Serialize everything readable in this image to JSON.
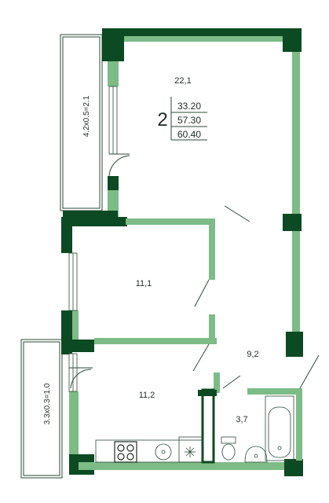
{
  "plan": {
    "rooms": {
      "living": "22,1",
      "bedroom": "11,1",
      "kitchen": "11,2",
      "hall": "9,2",
      "bath": "3,7"
    },
    "balconies": {
      "top": "4.2x0.5=2.1",
      "bottom": "3.3x0.3=1.0"
    },
    "summary": {
      "rooms_count": "2",
      "living_area": "33.20",
      "total_area": "57.30",
      "total_with_balcony": "60.40"
    },
    "colors": {
      "wall_dark": "#0b4a22",
      "wall_light": "#7dbb87",
      "line": "#2b4a35"
    }
  }
}
